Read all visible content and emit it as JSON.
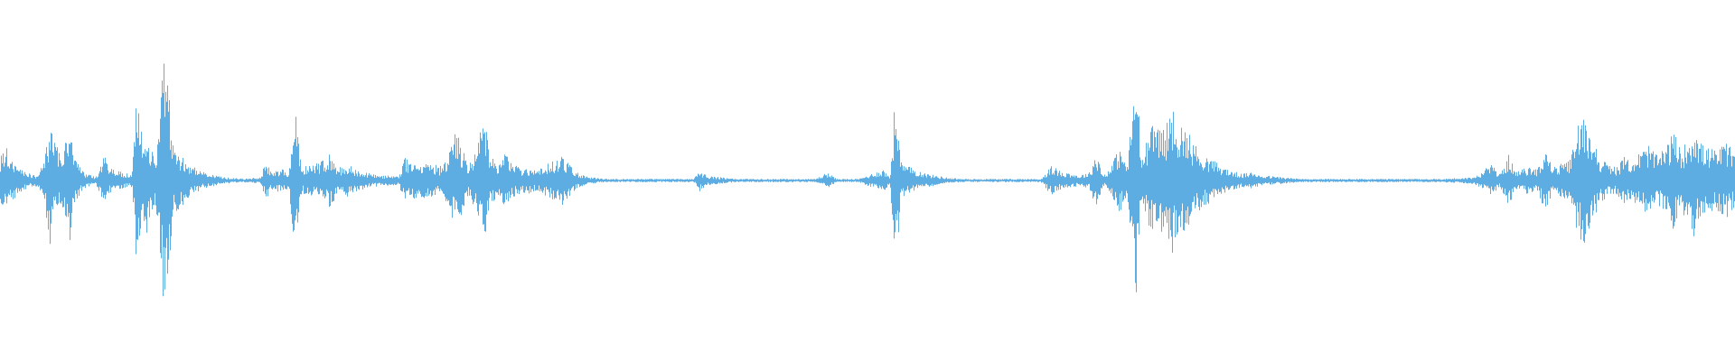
{
  "waveform": {
    "color": "#5dade2",
    "background": "#ffffff",
    "channels": 1,
    "duration_fraction_markers": [],
    "amplitude_envelope": [
      [
        0.0,
        0.14
      ],
      [
        0.003,
        0.22
      ],
      [
        0.006,
        0.12
      ],
      [
        0.01,
        0.1
      ],
      [
        0.015,
        0.05
      ],
      [
        0.02,
        0.03
      ],
      [
        0.025,
        0.1
      ],
      [
        0.029,
        0.42
      ],
      [
        0.031,
        0.25
      ],
      [
        0.035,
        0.15
      ],
      [
        0.04,
        0.4
      ],
      [
        0.042,
        0.15
      ],
      [
        0.048,
        0.05
      ],
      [
        0.055,
        0.02
      ],
      [
        0.06,
        0.15
      ],
      [
        0.063,
        0.08
      ],
      [
        0.07,
        0.05
      ],
      [
        0.076,
        0.04
      ],
      [
        0.079,
        0.6
      ],
      [
        0.082,
        0.2
      ],
      [
        0.085,
        0.35
      ],
      [
        0.088,
        0.15
      ],
      [
        0.091,
        0.25
      ],
      [
        0.094,
        0.78
      ],
      [
        0.097,
        0.55
      ],
      [
        0.1,
        0.22
      ],
      [
        0.105,
        0.15
      ],
      [
        0.11,
        0.1
      ],
      [
        0.115,
        0.06
      ],
      [
        0.12,
        0.04
      ],
      [
        0.13,
        0.02
      ],
      [
        0.14,
        0.01
      ],
      [
        0.15,
        0.02
      ],
      [
        0.153,
        0.12
      ],
      [
        0.157,
        0.05
      ],
      [
        0.162,
        0.08
      ],
      [
        0.166,
        0.05
      ],
      [
        0.17,
        0.42
      ],
      [
        0.174,
        0.08
      ],
      [
        0.18,
        0.1
      ],
      [
        0.185,
        0.12
      ],
      [
        0.19,
        0.16
      ],
      [
        0.195,
        0.08
      ],
      [
        0.2,
        0.1
      ],
      [
        0.205,
        0.07
      ],
      [
        0.21,
        0.05
      ],
      [
        0.22,
        0.03
      ],
      [
        0.23,
        0.03
      ],
      [
        0.233,
        0.14
      ],
      [
        0.238,
        0.12
      ],
      [
        0.243,
        0.1
      ],
      [
        0.248,
        0.12
      ],
      [
        0.253,
        0.08
      ],
      [
        0.258,
        0.15
      ],
      [
        0.263,
        0.33
      ],
      [
        0.266,
        0.2
      ],
      [
        0.27,
        0.1
      ],
      [
        0.275,
        0.2
      ],
      [
        0.279,
        0.42
      ],
      [
        0.282,
        0.15
      ],
      [
        0.287,
        0.1
      ],
      [
        0.292,
        0.18
      ],
      [
        0.296,
        0.1
      ],
      [
        0.3,
        0.08
      ],
      [
        0.305,
        0.08
      ],
      [
        0.31,
        0.06
      ],
      [
        0.315,
        0.1
      ],
      [
        0.32,
        0.12
      ],
      [
        0.324,
        0.15
      ],
      [
        0.328,
        0.1
      ],
      [
        0.332,
        0.05
      ],
      [
        0.34,
        0.02
      ],
      [
        0.35,
        0.01
      ],
      [
        0.36,
        0.01
      ],
      [
        0.37,
        0.01
      ],
      [
        0.38,
        0.01
      ],
      [
        0.39,
        0.01
      ],
      [
        0.4,
        0.01
      ],
      [
        0.403,
        0.07
      ],
      [
        0.407,
        0.03
      ],
      [
        0.415,
        0.02
      ],
      [
        0.425,
        0.01
      ],
      [
        0.44,
        0.01
      ],
      [
        0.455,
        0.01
      ],
      [
        0.47,
        0.01
      ],
      [
        0.477,
        0.05
      ],
      [
        0.482,
        0.01
      ],
      [
        0.495,
        0.01
      ],
      [
        0.509,
        0.07
      ],
      [
        0.513,
        0.02
      ],
      [
        0.516,
        0.52
      ],
      [
        0.52,
        0.1
      ],
      [
        0.525,
        0.08
      ],
      [
        0.53,
        0.06
      ],
      [
        0.535,
        0.04
      ],
      [
        0.54,
        0.03
      ],
      [
        0.545,
        0.02
      ],
      [
        0.555,
        0.01
      ],
      [
        0.57,
        0.01
      ],
      [
        0.585,
        0.01
      ],
      [
        0.6,
        0.01
      ],
      [
        0.606,
        0.09
      ],
      [
        0.611,
        0.06
      ],
      [
        0.616,
        0.05
      ],
      [
        0.622,
        0.03
      ],
      [
        0.628,
        0.05
      ],
      [
        0.632,
        0.18
      ],
      [
        0.636,
        0.03
      ],
      [
        0.641,
        0.1
      ],
      [
        0.645,
        0.2
      ],
      [
        0.65,
        0.1
      ],
      [
        0.655,
        0.72
      ],
      [
        0.658,
        0.12
      ],
      [
        0.662,
        0.28
      ],
      [
        0.667,
        0.4
      ],
      [
        0.671,
        0.3
      ],
      [
        0.676,
        0.45
      ],
      [
        0.68,
        0.35
      ],
      [
        0.685,
        0.3
      ],
      [
        0.69,
        0.2
      ],
      [
        0.695,
        0.15
      ],
      [
        0.7,
        0.12
      ],
      [
        0.705,
        0.08
      ],
      [
        0.71,
        0.06
      ],
      [
        0.716,
        0.04
      ],
      [
        0.722,
        0.05
      ],
      [
        0.73,
        0.03
      ],
      [
        0.74,
        0.02
      ],
      [
        0.75,
        0.01
      ],
      [
        0.77,
        0.01
      ],
      [
        0.79,
        0.01
      ],
      [
        0.81,
        0.01
      ],
      [
        0.83,
        0.01
      ],
      [
        0.85,
        0.02
      ],
      [
        0.855,
        0.06
      ],
      [
        0.86,
        0.1
      ],
      [
        0.865,
        0.04
      ],
      [
        0.87,
        0.16
      ],
      [
        0.874,
        0.05
      ],
      [
        0.88,
        0.08
      ],
      [
        0.886,
        0.07
      ],
      [
        0.891,
        0.2
      ],
      [
        0.895,
        0.08
      ],
      [
        0.9,
        0.1
      ],
      [
        0.905,
        0.12
      ],
      [
        0.91,
        0.35
      ],
      [
        0.914,
        0.4
      ],
      [
        0.918,
        0.28
      ],
      [
        0.922,
        0.15
      ],
      [
        0.927,
        0.1
      ],
      [
        0.932,
        0.08
      ],
      [
        0.937,
        0.15
      ],
      [
        0.941,
        0.12
      ],
      [
        0.946,
        0.18
      ],
      [
        0.951,
        0.22
      ],
      [
        0.955,
        0.15
      ],
      [
        0.96,
        0.2
      ],
      [
        0.965,
        0.3
      ],
      [
        0.969,
        0.18
      ],
      [
        0.973,
        0.25
      ],
      [
        0.977,
        0.35
      ],
      [
        0.981,
        0.22
      ],
      [
        0.985,
        0.2
      ],
      [
        0.99,
        0.18
      ],
      [
        0.995,
        0.24
      ],
      [
        1.0,
        0.16
      ]
    ]
  }
}
